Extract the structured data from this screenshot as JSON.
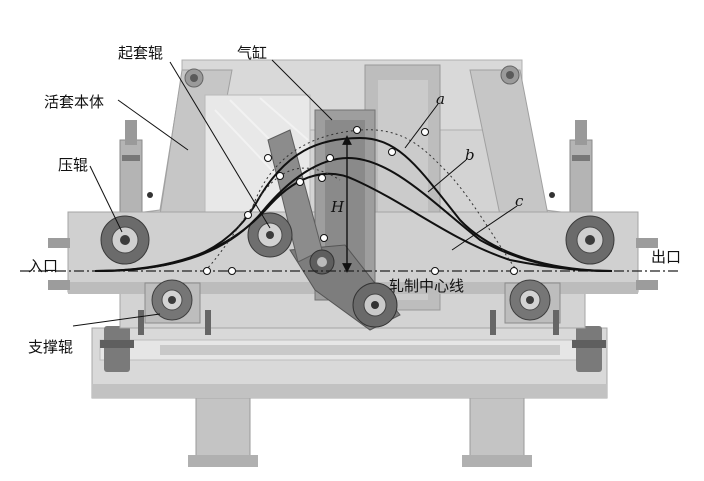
{
  "labels": {
    "looper_roll": "起套辊",
    "cylinder": "气缸",
    "looper_body": "活套本体",
    "press_roll": "压辊",
    "entry": "入口",
    "exit": "出口",
    "support_roll": "支撑辊",
    "rolling_centerline": "轧制中心线",
    "height": "H"
  },
  "curves": [
    {
      "label": "a"
    },
    {
      "label": "b"
    },
    {
      "label": "c"
    }
  ],
  "colors": {
    "frame_light": "#d6d6d6",
    "frame_mid": "#b8b8b8",
    "frame_dark": "#8c8c8c",
    "roll_dark": "#4a4a4a",
    "strip_line": "#111111"
  }
}
